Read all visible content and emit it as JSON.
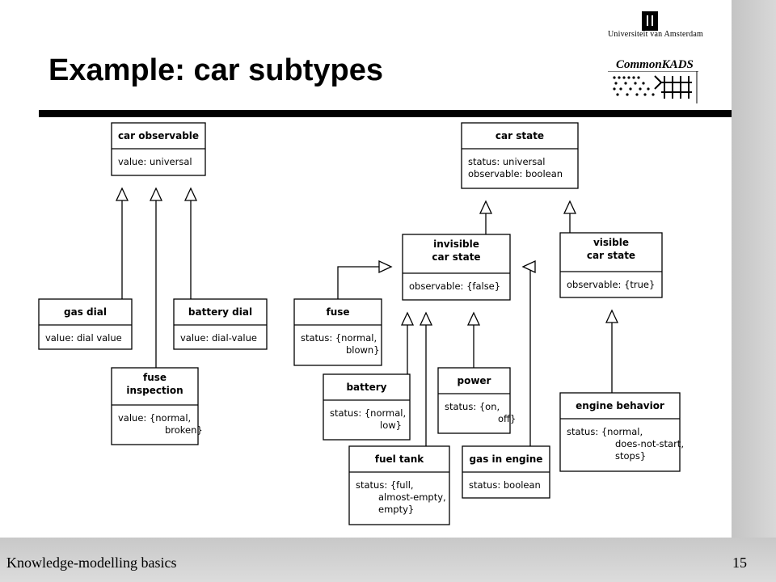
{
  "slide": {
    "title": "Example: car subtypes",
    "footer_left": "Knowledge-modelling basics",
    "page_number": "15",
    "logos": {
      "university": "Universiteit van Amsterdam",
      "commonkads": "CommonKADS"
    }
  },
  "diagram": {
    "classes": [
      {
        "id": "car-observable",
        "title": [
          "car observable"
        ],
        "attrs": [
          "value: universal"
        ]
      },
      {
        "id": "gas-dial",
        "title": [
          "gas dial"
        ],
        "attrs": [
          "value: dial value"
        ]
      },
      {
        "id": "battery-dial",
        "title": [
          "battery dial"
        ],
        "attrs": [
          "value: dial-value"
        ]
      },
      {
        "id": "fuse-inspection",
        "title": [
          "fuse",
          "inspection"
        ],
        "attrs": [
          "value: {normal,",
          "broken}"
        ]
      },
      {
        "id": "car-state",
        "title": [
          "car state"
        ],
        "attrs": [
          "status: universal",
          "observable: boolean"
        ]
      },
      {
        "id": "invisible-car-state",
        "title": [
          "invisible",
          "car state"
        ],
        "attrs": [
          "observable: {false}"
        ]
      },
      {
        "id": "visible-car-state",
        "title": [
          "visible",
          "car state"
        ],
        "attrs": [
          "observable: {true}"
        ]
      },
      {
        "id": "fuse",
        "title": [
          "fuse"
        ],
        "attrs": [
          "status: {normal,",
          "blown}"
        ]
      },
      {
        "id": "battery",
        "title": [
          "battery"
        ],
        "attrs": [
          "status: {normal,",
          "low}"
        ]
      },
      {
        "id": "power",
        "title": [
          "power"
        ],
        "attrs": [
          "status: {on,",
          "off}"
        ]
      },
      {
        "id": "fuel-tank",
        "title": [
          "fuel tank"
        ],
        "attrs": [
          "status: {full,",
          "almost-empty,",
          "empty}"
        ]
      },
      {
        "id": "gas-in-engine",
        "title": [
          "gas in engine"
        ],
        "attrs": [
          "status: boolean"
        ]
      },
      {
        "id": "engine-behavior",
        "title": [
          "engine behavior"
        ],
        "attrs": [
          "status: {normal,",
          "does-not-start,",
          "stops}"
        ]
      }
    ],
    "generalizations": [
      {
        "child": "gas-dial",
        "parent": "car-observable"
      },
      {
        "child": "fuse-inspection",
        "parent": "car-observable"
      },
      {
        "child": "battery-dial",
        "parent": "car-observable"
      },
      {
        "child": "invisible-car-state",
        "parent": "car-state"
      },
      {
        "child": "visible-car-state",
        "parent": "car-state"
      },
      {
        "child": "fuse",
        "parent": "invisible-car-state"
      },
      {
        "child": "battery",
        "parent": "invisible-car-state"
      },
      {
        "child": "fuel-tank",
        "parent": "invisible-car-state"
      },
      {
        "child": "power",
        "parent": "invisible-car-state"
      },
      {
        "child": "gas-in-engine",
        "parent": "invisible-car-state"
      },
      {
        "child": "engine-behavior",
        "parent": "visible-car-state"
      }
    ]
  }
}
